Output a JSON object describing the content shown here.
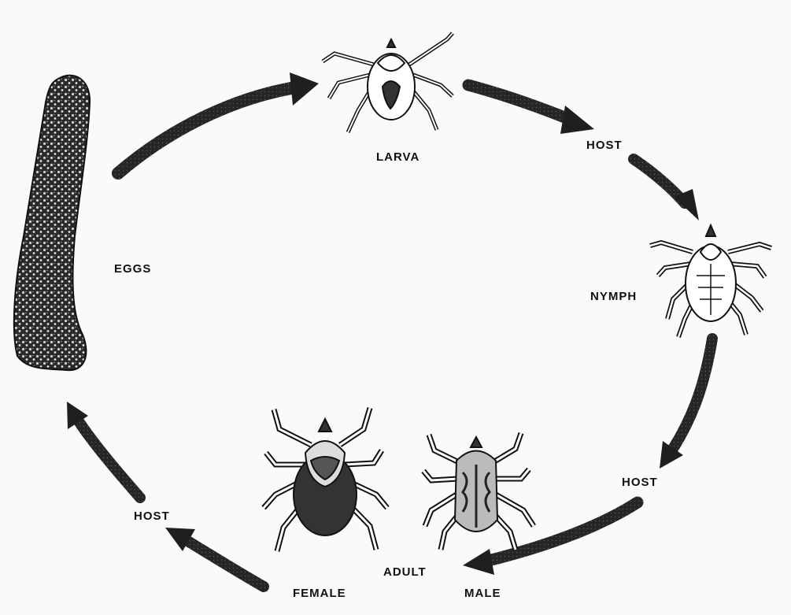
{
  "diagram": {
    "labels": {
      "larva": "LARVA",
      "host_after_larva": "HOST",
      "nymph": "NYMPH",
      "host_after_nymph": "HOST",
      "adult": "ADULT",
      "male": "MALE",
      "female": "FEMALE",
      "host_after_adult": "HOST",
      "eggs": "EGGS"
    },
    "stages": [
      "eggs",
      "larva",
      "host",
      "nymph",
      "host",
      "adult",
      "host"
    ],
    "colors": {
      "ink": "#1a1a1a",
      "arrow": "#2b2b2b",
      "paper": "#fafafa"
    }
  }
}
